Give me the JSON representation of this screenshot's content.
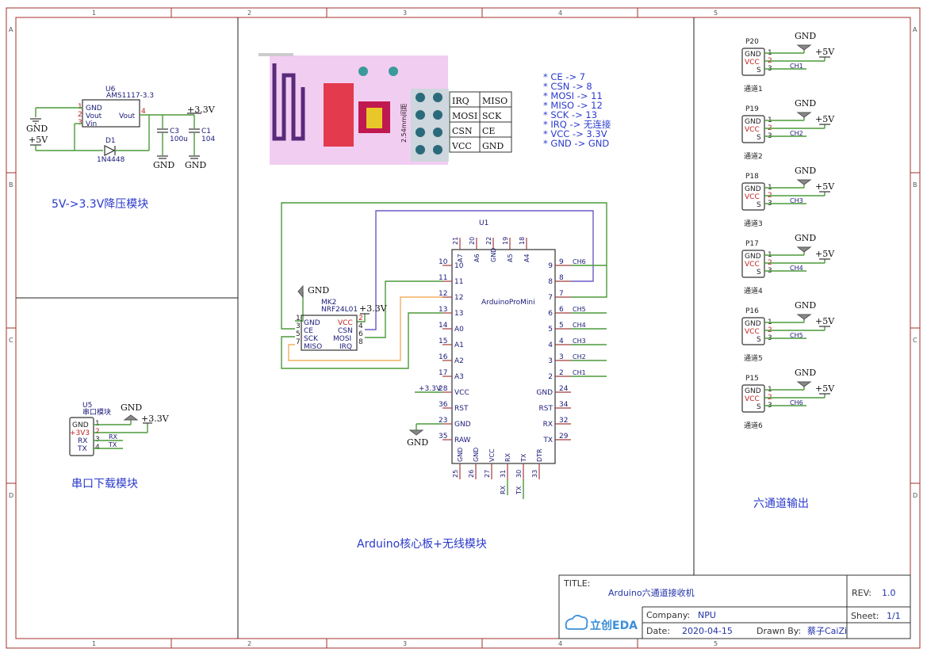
{
  "grid": {
    "cols": [
      "1",
      "2",
      "3",
      "4",
      "5"
    ],
    "rows": [
      "A",
      "B",
      "C",
      "D"
    ]
  },
  "sections": {
    "regulator": "5V->3.3V降压模块",
    "serial": "串口下载模块",
    "core": "Arduino核心板+无线模块",
    "outputs": "六通道输出"
  },
  "regulator": {
    "ref": "U6",
    "part": "AMS1117-3.3",
    "pins": [
      "GND",
      "Vout",
      "Vin",
      "Vout"
    ],
    "pin_nums": [
      "1",
      "2",
      "3",
      "4"
    ],
    "diode_ref": "D1",
    "diode_part": "1N4448",
    "c3_ref": "C3",
    "c3_val": "100u",
    "c1_ref": "C1",
    "c1_val": "104",
    "gnd": "GND",
    "vin": "+5V",
    "vout": "+3.3V"
  },
  "serial_mod": {
    "ref": "U5",
    "name": "串口模块",
    "pins": [
      "GND",
      "+3V3",
      "RX",
      "TX"
    ],
    "nums": [
      "1",
      "2",
      "3",
      "4"
    ],
    "nets": [
      "RX",
      "TX"
    ],
    "gnd": "GND",
    "vcc": "+3.3V"
  },
  "nrf_photo": {
    "pin_labels": [
      [
        "IRQ",
        "MISO"
      ],
      [
        "MOSI",
        "SCK"
      ],
      [
        "CSN",
        "CE"
      ],
      [
        "VCC",
        "GND"
      ]
    ],
    "pitch": "2.54mm间距"
  },
  "pinmap": [
    "* CE    -> 7",
    "* CSN   -> 8",
    "* MOSI  -> 11",
    "* MISO  -> 12",
    "* SCK   -> 13",
    "* IRQ   -> 无连接",
    "* VCC   -> 3.3V",
    "* GND   -> GND"
  ],
  "nrf": {
    "ref": "MK2",
    "part": "NRF24L01",
    "left": [
      "GND",
      "CE",
      "SCK",
      "MISO"
    ],
    "left_nums": [
      "1",
      "3",
      "5",
      "7"
    ],
    "right": [
      "VCC",
      "CSN",
      "MOSI",
      "IRQ"
    ],
    "right_nums": [
      "2",
      "4",
      "6",
      "8"
    ],
    "gnd": "GND",
    "vcc": "+3.3V"
  },
  "mcu": {
    "ref": "U1",
    "name": "ArduinoProMini",
    "top": [
      {
        "n": "21",
        "l": "A7"
      },
      {
        "n": "20",
        "l": "A6"
      },
      {
        "n": "22",
        "l": "GND"
      },
      {
        "n": "19",
        "l": "A5"
      },
      {
        "n": "18",
        "l": "A4"
      }
    ],
    "left": [
      {
        "n": "10",
        "l": "10"
      },
      {
        "n": "11",
        "l": "11"
      },
      {
        "n": "12",
        "l": "12"
      },
      {
        "n": "13",
        "l": "13"
      },
      {
        "n": "14",
        "l": "A0"
      },
      {
        "n": "15",
        "l": "A1"
      },
      {
        "n": "16",
        "l": "A2"
      },
      {
        "n": "17",
        "l": "A3"
      },
      {
        "n": "28",
        "l": "VCC"
      },
      {
        "n": "36",
        "l": "RST"
      },
      {
        "n": "23",
        "l": "GND"
      },
      {
        "n": "35",
        "l": "RAW"
      }
    ],
    "right": [
      {
        "n": "9",
        "l": "9"
      },
      {
        "n": "8",
        "l": "8"
      },
      {
        "n": "7",
        "l": "7"
      },
      {
        "n": "6",
        "l": "6"
      },
      {
        "n": "5",
        "l": "5"
      },
      {
        "n": "4",
        "l": "4"
      },
      {
        "n": "3",
        "l": "3"
      },
      {
        "n": "2",
        "l": "2"
      },
      {
        "n": "24",
        "l": "GND"
      },
      {
        "n": "34",
        "l": "RST"
      },
      {
        "n": "32",
        "l": "RX"
      },
      {
        "n": "29",
        "l": "TX"
      }
    ],
    "bottom": [
      {
        "n": "25",
        "l": "GND"
      },
      {
        "n": "26",
        "l": "GND"
      },
      {
        "n": "27",
        "l": "VCC"
      },
      {
        "n": "31",
        "l": "RX"
      },
      {
        "n": "30",
        "l": "TX"
      },
      {
        "n": "33",
        "l": "DTR"
      }
    ],
    "right_nets": [
      "CH6",
      "",
      "",
      "CH5",
      "CH4",
      "CH3",
      "CH2",
      "CH1",
      "",
      "",
      "",
      ""
    ],
    "vcc_net": "+3.3V",
    "gnd": "GND",
    "rx_net": "RX",
    "tx_net": "TX"
  },
  "channels": [
    {
      "ref": "P20",
      "net": "CH1",
      "name": "通道1"
    },
    {
      "ref": "P19",
      "net": "CH2",
      "name": "通道2"
    },
    {
      "ref": "P18",
      "net": "CH3",
      "name": "通道3"
    },
    {
      "ref": "P17",
      "net": "CH4",
      "name": "通道4"
    },
    {
      "ref": "P16",
      "net": "CH5",
      "name": "通道5"
    },
    {
      "ref": "P15",
      "net": "CH6",
      "name": "通道6"
    }
  ],
  "channel_pins": {
    "labels": [
      "GND",
      "VCC",
      "S"
    ],
    "nums": [
      "1",
      "2",
      "3"
    ],
    "gnd": "GND",
    "vcc": "+5V"
  },
  "title_block": {
    "title_key": "TITLE:",
    "title": "Arduino六通道接收机",
    "rev_key": "REV:",
    "rev": "1.0",
    "company_key": "Company:",
    "company": "NPU",
    "sheet_key": "Sheet:",
    "sheet": "1/1",
    "date_key": "Date:",
    "date": "2020-04-15",
    "drawn_key": "Drawn By:",
    "drawn": "蔡子CaiZi",
    "logo": "立创EDA"
  }
}
